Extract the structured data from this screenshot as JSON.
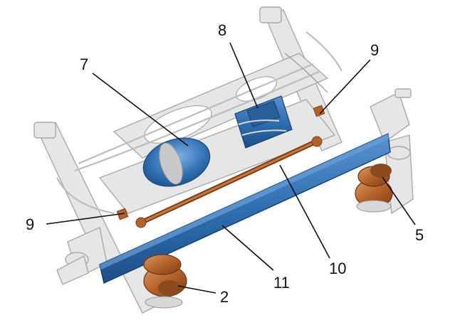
{
  "diagram": {
    "callouts": [
      {
        "id": "c7",
        "label": "7"
      },
      {
        "id": "c8",
        "label": "8"
      },
      {
        "id": "c9a",
        "label": "9"
      },
      {
        "id": "c9b",
        "label": "9"
      },
      {
        "id": "c5",
        "label": "5"
      },
      {
        "id": "c10",
        "label": "10"
      },
      {
        "id": "c11",
        "label": "11"
      },
      {
        "id": "c2",
        "label": "2"
      }
    ]
  },
  "colors": {
    "highlight_blue": "#2f6fb1",
    "highlight_brown": "#b5622a",
    "frame_grey": "#e6e6e6",
    "line_black": "#111111"
  }
}
